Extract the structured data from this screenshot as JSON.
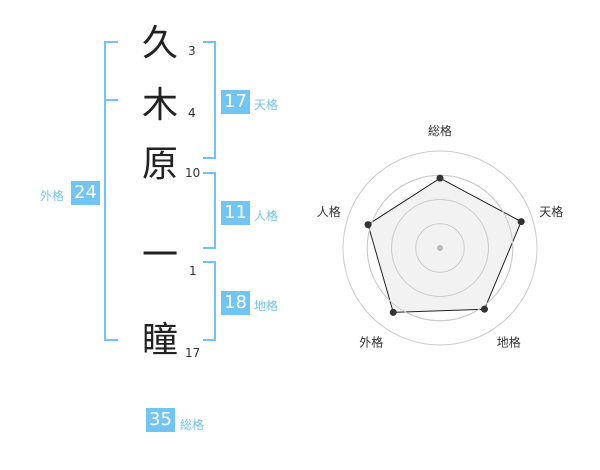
{
  "name": {
    "chars": [
      {
        "char": "久",
        "strokes": "3"
      },
      {
        "char": "木",
        "strokes": "4"
      },
      {
        "char": "原",
        "strokes": "10"
      },
      {
        "char": "一",
        "strokes": "1"
      },
      {
        "char": "瞳",
        "strokes": "17"
      }
    ]
  },
  "fortune": {
    "tenkaku": {
      "value": "17",
      "label": "天格"
    },
    "jinkaku": {
      "value": "11",
      "label": "人格"
    },
    "chikaku": {
      "value": "18",
      "label": "地格"
    },
    "gaikaku": {
      "value": "24",
      "label": "外格"
    },
    "soukaku": {
      "value": "35",
      "label": "総格"
    }
  },
  "chart_data": {
    "type": "radar",
    "axes": [
      "総格",
      "天格",
      "地格",
      "外格",
      "人格"
    ],
    "values": [
      0.72,
      0.88,
      0.78,
      0.82,
      0.78
    ],
    "max": 1,
    "rings": 4,
    "colors": {
      "fill": "#f0f0f0",
      "line": "#222222",
      "ring": "#cccccc",
      "point": "#333333",
      "center": "#bbbbbb"
    }
  }
}
